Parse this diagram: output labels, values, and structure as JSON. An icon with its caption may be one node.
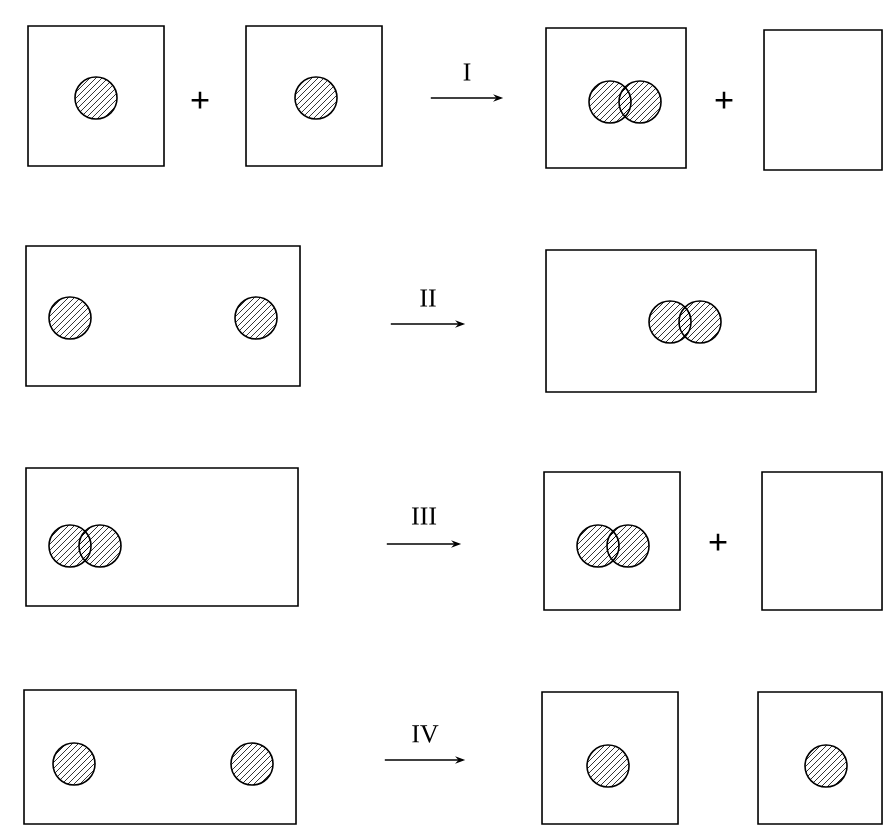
{
  "diagram": {
    "nodes": [
      {
        "text": [],
        "shape": "box"
      },
      {
        "text": [],
        "shape": "circle",
        "in": 0
      },
      {
        "text": [],
        "shape": "box"
      },
      {
        "text": [],
        "shape": "circle",
        "in": 2
      },
      {
        "text": [],
        "shape": "box"
      },
      {
        "text": [],
        "shape": "circle",
        "in": 4
      },
      {
        "text": [],
        "shape": "circle",
        "in": 4
      },
      {
        "text": [],
        "shape": "box"
      },
      {
        "text": [],
        "shape": "box"
      },
      {
        "text": [],
        "shape": "circle",
        "in": 8
      },
      {
        "text": [],
        "shape": "circle",
        "in": 8
      },
      {
        "text": [],
        "shape": "box"
      },
      {
        "text": [],
        "shape": "circle",
        "in": 11
      },
      {
        "text": [],
        "shape": "circle",
        "in": 11
      },
      {
        "text": [],
        "shape": "box"
      },
      {
        "text": [],
        "shape": "circle",
        "in": 14
      },
      {
        "text": [],
        "shape": "circle",
        "in": 14
      },
      {
        "text": [],
        "shape": "box"
      },
      {
        "text": [],
        "shape": "circle",
        "in": 17
      },
      {
        "text": [],
        "shape": "circle",
        "in": 17
      },
      {
        "text": [],
        "shape": "box"
      },
      {
        "text": [],
        "shape": "box"
      },
      {
        "text": [],
        "shape": "circle",
        "in": 21
      },
      {
        "text": [],
        "shape": "circle",
        "in": 21
      },
      {
        "text": [],
        "shape": "box"
      },
      {
        "text": [],
        "shape": "circle",
        "in": 24
      },
      {
        "text": [],
        "shape": "box"
      },
      {
        "text": [],
        "shape": "circle",
        "in": 26
      }
    ],
    "edges": [
      {
        "from": 2,
        "to": 4,
        "arrow": "to",
        "label": "I"
      },
      {
        "from": 8,
        "to": 11,
        "arrow": "to",
        "label": "II"
      },
      {
        "from": 14,
        "to": 17,
        "arrow": "to",
        "label": "III"
      },
      {
        "from": 21,
        "to": 24,
        "arrow": "to",
        "label": "IV"
      }
    ],
    "labels": [
      "+",
      "+",
      "+"
    ]
  }
}
